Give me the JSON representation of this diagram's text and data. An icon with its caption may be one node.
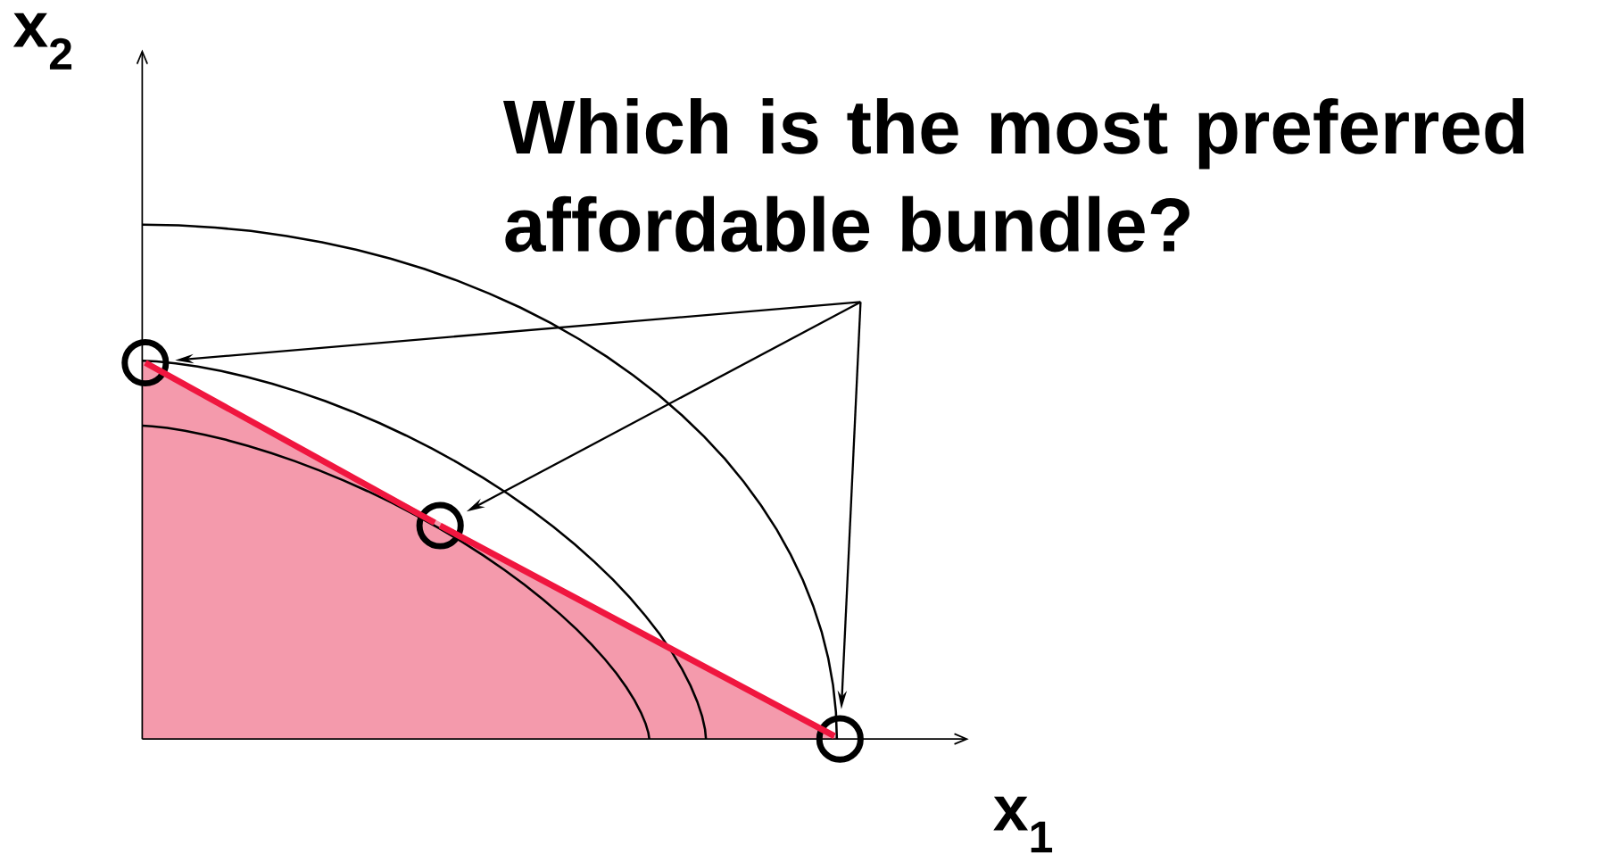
{
  "diagram": {
    "nodes": [
      {
        "text": [
          "Which is the most preferred affordable bundle?"
        ]
      },
      {
        "text": [],
        "shape": "circle"
      },
      {
        "text": [],
        "shape": "circle"
      },
      {
        "text": [],
        "shape": "circle"
      }
    ],
    "edges": [
      {
        "from": 0,
        "to": 1,
        "arrow": "to"
      },
      {
        "from": 0,
        "to": 2,
        "arrow": "to"
      },
      {
        "from": 0,
        "to": 3,
        "arrow": "to"
      },
      {
        "from": 1,
        "to": 2,
        "arrow": "none",
        "style": "thick",
        "color": "#f0163f"
      },
      {
        "from": 2,
        "to": 3,
        "arrow": "none",
        "style": "thick",
        "color": "#f0163f"
      }
    ],
    "labels": [
      "x$_{2}$",
      "x$_{1}$"
    ]
  }
}
